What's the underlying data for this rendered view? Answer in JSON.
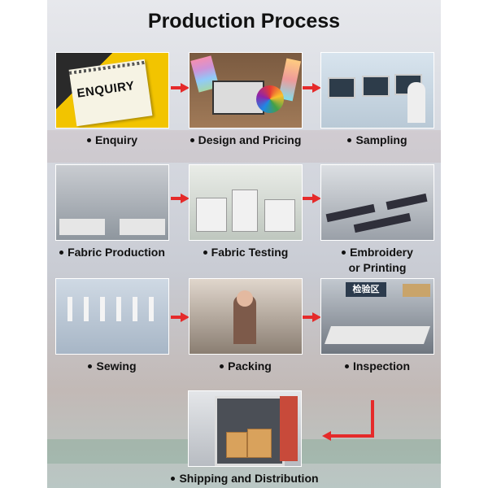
{
  "title": "Production Process",
  "colors": {
    "arrow": "#e52a2a"
  },
  "steps": [
    {
      "label": "Enquiry",
      "photo_text": "ENQUIRY"
    },
    {
      "label": "Design and Pricing"
    },
    {
      "label": "Sampling"
    },
    {
      "label": "Fabric Production"
    },
    {
      "label": "Fabric Testing"
    },
    {
      "label": "Embroidery\nor Printing"
    },
    {
      "label": "Sewing"
    },
    {
      "label": "Packing"
    },
    {
      "label": "Inspection",
      "photo_text": "检验区"
    },
    {
      "label": "Shipping and Distribution"
    }
  ]
}
